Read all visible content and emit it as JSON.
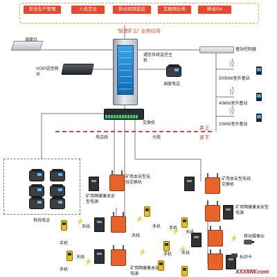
{
  "apps": {
    "items": [
      {
        "label": "安全生产管理"
      },
      {
        "label": "人员定位"
      },
      {
        "label": "移动视频监控"
      },
      {
        "label": "互联网业务"
      },
      {
        "label": "移动OA"
      }
    ],
    "slogan": "\"智慧矿山\" 业务应用",
    "color": "#e8492e"
  },
  "nodes": {
    "dispatch_desk": "调度台",
    "voip_gateway": "VOIP语音网关",
    "comm_host": "通信系统监控主机",
    "dispatch_phone": "调度电话",
    "base_controller": "基站控制器",
    "bs_500": "500MW室外基站",
    "bs_40": "40MW室外基站",
    "bs_20": "20MW室外基站",
    "switch": "交换机",
    "phone_line": "电话线",
    "fiber": "光缆",
    "surface": "井上",
    "underground": "井下",
    "landline": "有线电话",
    "wireless_switch": "矿用本安型无线交换机",
    "power_supply": "矿用隔爆兼本安型电源",
    "antenna": "天线",
    "handset": "手机",
    "mobile_camera": "移动摄像仪",
    "id_card": "标识卡"
  },
  "footer": {
    "logo": "XXXMW.com"
  }
}
